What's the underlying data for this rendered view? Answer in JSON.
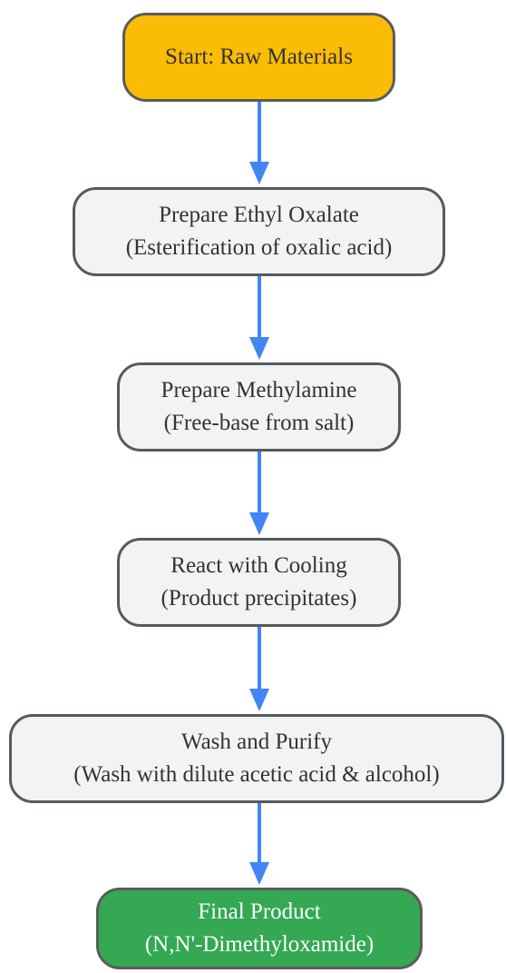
{
  "diagram": {
    "nodes": [
      {
        "id": "start",
        "lines": [
          "Start: Raw Materials"
        ],
        "color": "#fbbc05"
      },
      {
        "id": "prepare-ethyl-oxalate",
        "lines": [
          "Prepare Ethyl Oxalate",
          "(Esterification of oxalic acid)"
        ],
        "color": "#f1f3f4"
      },
      {
        "id": "prepare-methylamine",
        "lines": [
          "Prepare Methylamine",
          "(Free-base from salt)"
        ],
        "color": "#f1f3f4"
      },
      {
        "id": "react-with-cooling",
        "lines": [
          "React with Cooling",
          "(Product precipitates)"
        ],
        "color": "#f1f3f4"
      },
      {
        "id": "wash-and-purify",
        "lines": [
          "Wash and Purify",
          "(Wash with dilute acetic acid & alcohol)"
        ],
        "color": "#f1f3f4"
      },
      {
        "id": "final-product",
        "lines": [
          "Final Product",
          "(N,N'-Dimethyloxamide)"
        ],
        "color": "#34a853"
      }
    ],
    "edges": [
      {
        "from": "start",
        "to": "prepare-ethyl-oxalate"
      },
      {
        "from": "prepare-ethyl-oxalate",
        "to": "prepare-methylamine"
      },
      {
        "from": "prepare-methylamine",
        "to": "react-with-cooling"
      },
      {
        "from": "react-with-cooling",
        "to": "wash-and-purify"
      },
      {
        "from": "wash-and-purify",
        "to": "final-product"
      }
    ],
    "arrow_color": "#4285f4",
    "border_color": "#555a5f"
  }
}
